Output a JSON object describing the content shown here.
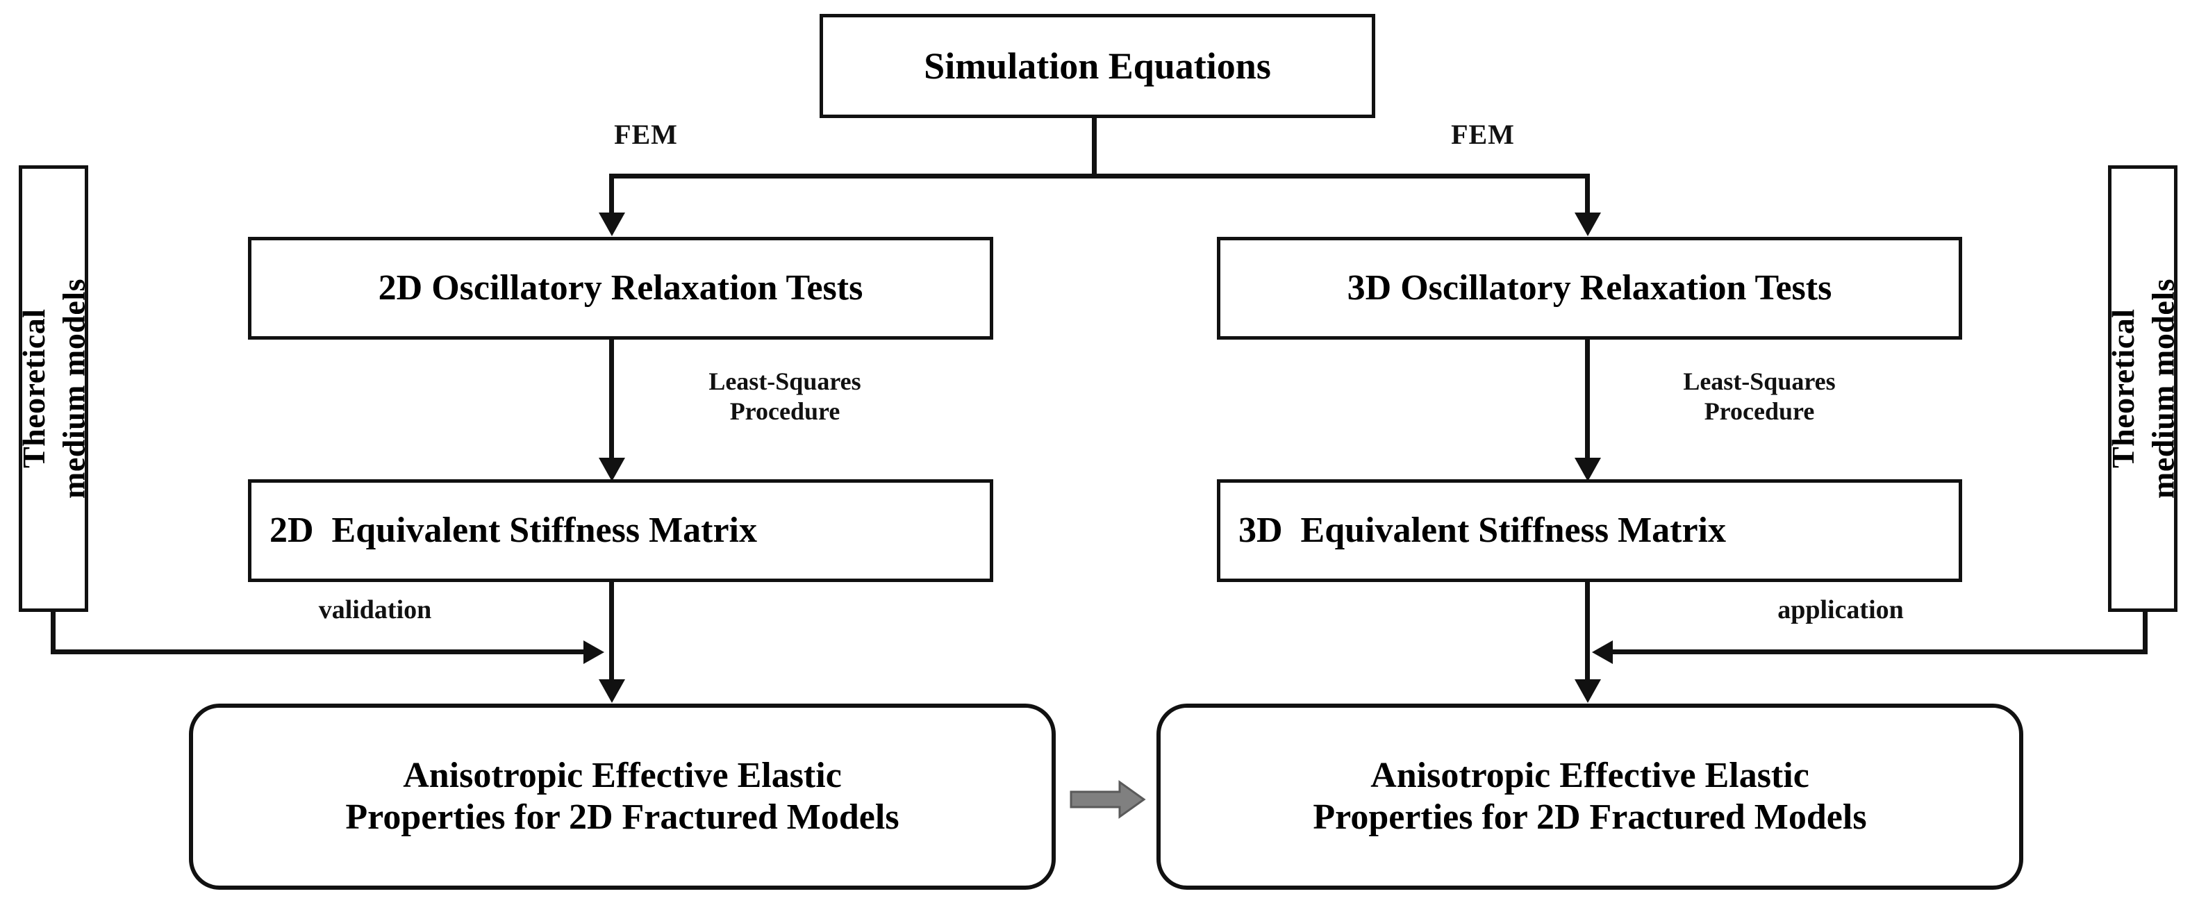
{
  "diagram": {
    "title": "Workflow for deriving anisotropic effective elastic properties",
    "type": "flowchart",
    "background_color": "#ffffff",
    "line_color": "#111111",
    "accent_color": "#808080"
  },
  "nodes": {
    "root": {
      "label": "Simulation Equations"
    },
    "left_side": {
      "label": "Theoretical\nmedium models"
    },
    "right_side": {
      "label": "Theoretical\nmedium models"
    },
    "col2d_test": {
      "label": "2D Oscillatory Relaxation Tests"
    },
    "col3d_test": {
      "label": "3D Oscillatory Relaxation Tests"
    },
    "col2d_matrix": {
      "label": "2D  Equivalent Stiffness Matrix"
    },
    "col3d_matrix": {
      "label": "3D  Equivalent Stiffness Matrix"
    },
    "result_left": {
      "label": "Anisotropic Effective Elastic\nProperties for 2D Fractured Models"
    },
    "result_right": {
      "label": "Anisotropic Effective Elastic\nProperties for 2D Fractured Models"
    }
  },
  "edges": {
    "fem_left": {
      "label": "FEM"
    },
    "fem_right": {
      "label": "FEM"
    },
    "least_squares_left": {
      "label": "Least-Squares\nProcedure"
    },
    "least_squares_right": {
      "label": "Least-Squares\nProcedure"
    },
    "validation": {
      "label": "validation"
    },
    "application": {
      "label": "application"
    },
    "transfer": {
      "label": "",
      "icon": "grey-block-arrow-right"
    }
  }
}
